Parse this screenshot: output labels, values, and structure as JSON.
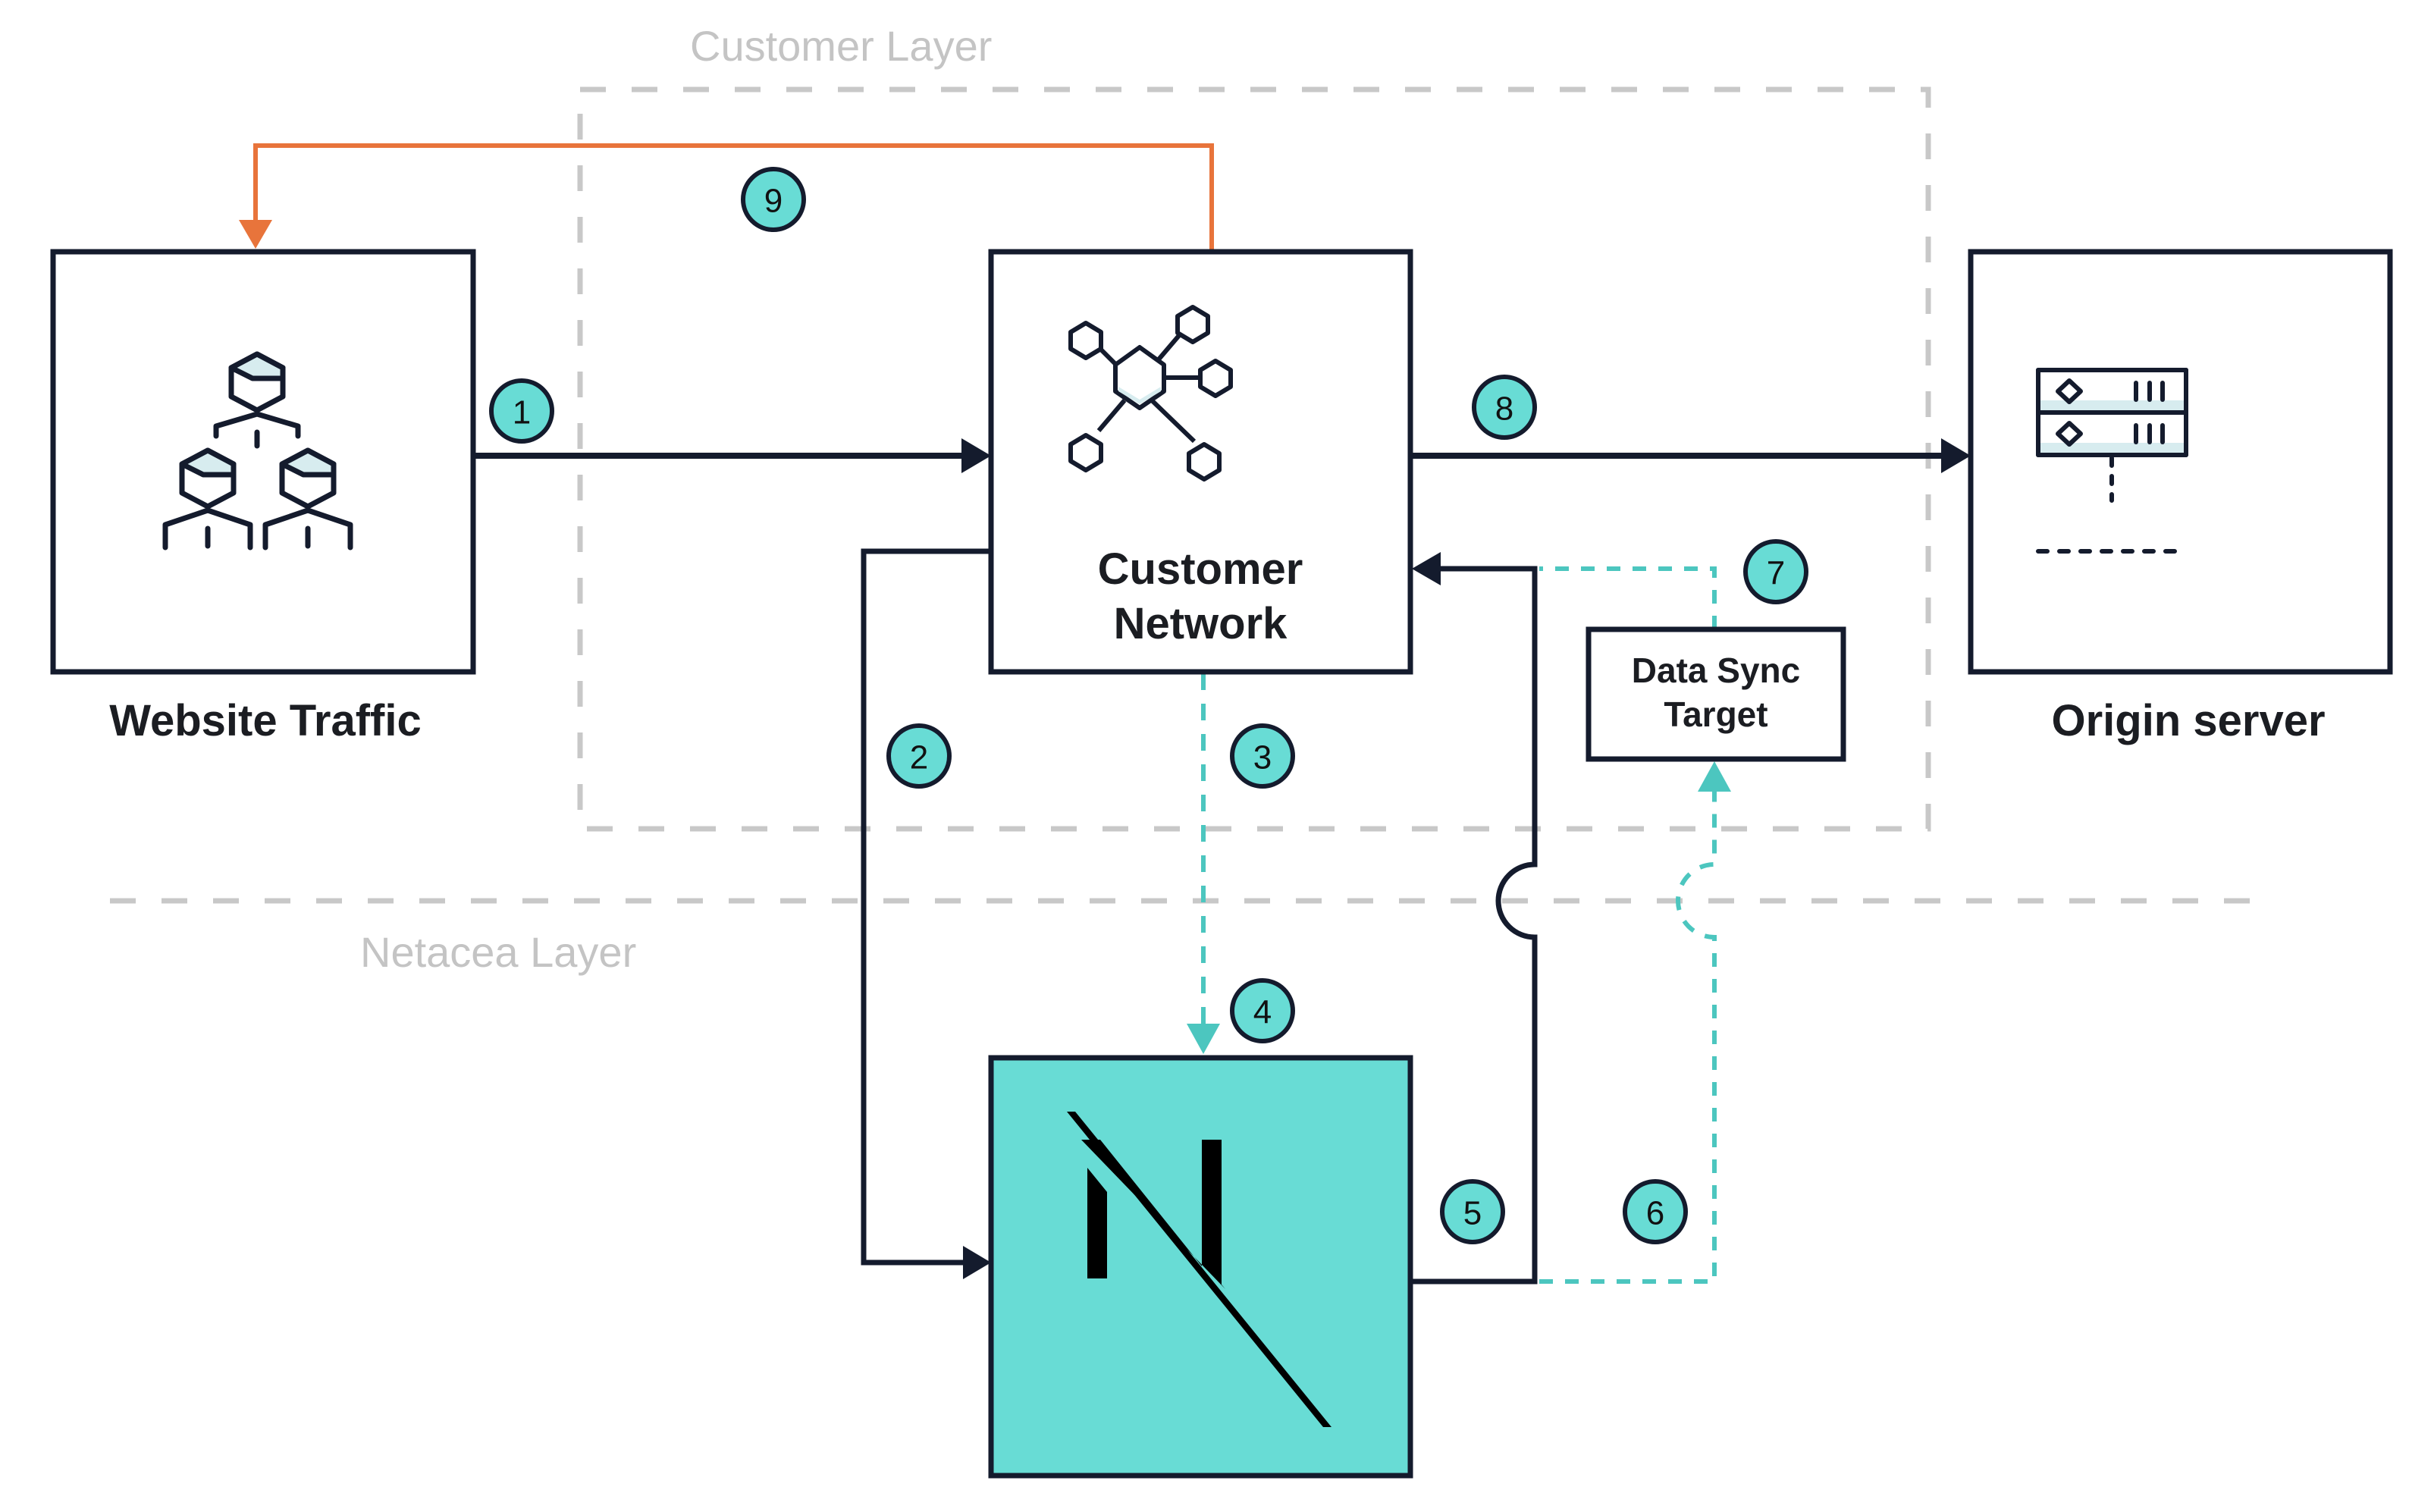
{
  "layers": {
    "customer_layer_label": "Customer Layer",
    "netacea_layer_label": "Netacea Layer"
  },
  "nodes": {
    "website_traffic": {
      "label": "Website Traffic",
      "icon": "users-hierarchy-icon"
    },
    "customer_network": {
      "label_line1": "Customer",
      "label_line2": "Network",
      "icon": "network-hub-icon"
    },
    "origin_server": {
      "label": "Origin server",
      "icon": "server-rack-icon"
    },
    "data_sync_target": {
      "label_line1": "Data Sync",
      "label_line2": "Target"
    },
    "netacea": {
      "icon": "netacea-logo-icon"
    }
  },
  "steps": [
    "1",
    "2",
    "3",
    "4",
    "5",
    "6",
    "7",
    "8",
    "9"
  ],
  "colors": {
    "dark": "#141b2d",
    "teal": "#68dcd5",
    "teal_line": "#4cc6bf",
    "orange": "#e8743b",
    "layer_gray": "#c8c8c8",
    "icon_fill": "#d7ecef"
  }
}
